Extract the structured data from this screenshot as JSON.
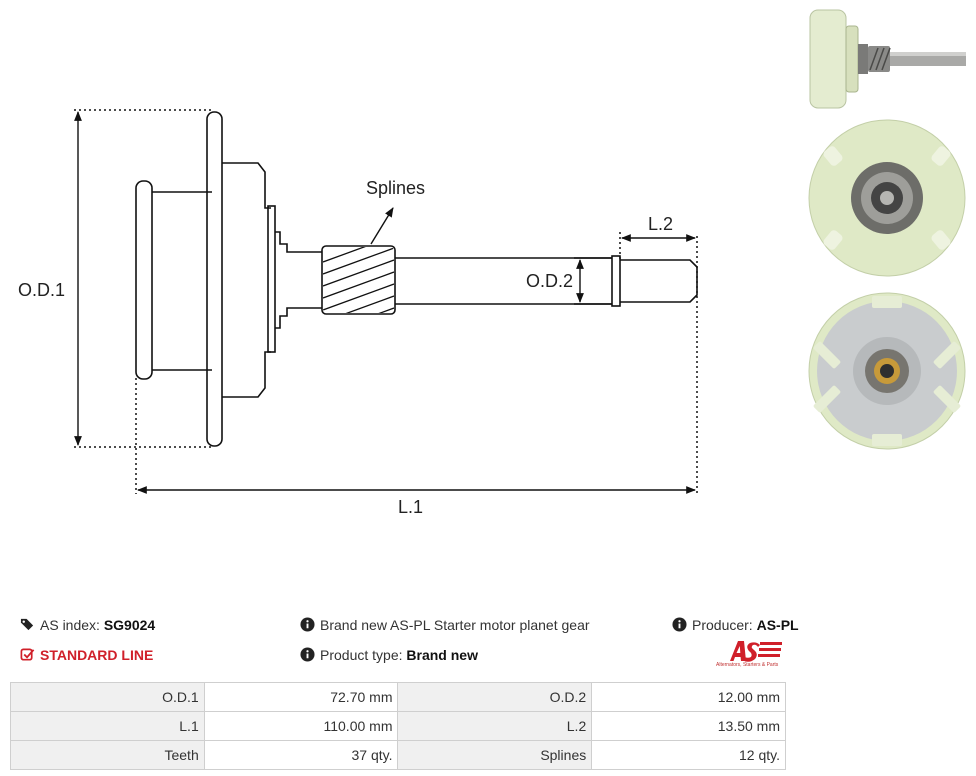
{
  "drawing": {
    "label_od1": "O.D.1",
    "label_od2": "O.D.2",
    "label_l1": "L.1",
    "label_l2": "L.2",
    "label_splines": "Splines"
  },
  "info": {
    "index_label": "AS index:",
    "index_value": "SG9024",
    "line": "STANDARD LINE",
    "description": "Brand new AS-PL Starter motor planet gear",
    "type_label": "Product type:",
    "type_value": "Brand new",
    "producer_label": "Producer:",
    "producer_value": "AS-PL",
    "logo_tagline": "Alternators, Starters & Parts"
  },
  "specs": [
    {
      "label1": "O.D.1",
      "value1": "72.70 mm",
      "label2": "O.D.2",
      "value2": "12.00 mm"
    },
    {
      "label1": "L.1",
      "value1": "110.00 mm",
      "label2": "L.2",
      "value2": "13.50 mm"
    },
    {
      "label1": "Teeth",
      "value1": "37 qty.",
      "label2": "Splines",
      "value2": "12 qty."
    }
  ],
  "colors": {
    "accent_red": "#d0202a",
    "table_label_bg": "#f0f0f0",
    "gear_plastic": "#dfe9c6"
  }
}
